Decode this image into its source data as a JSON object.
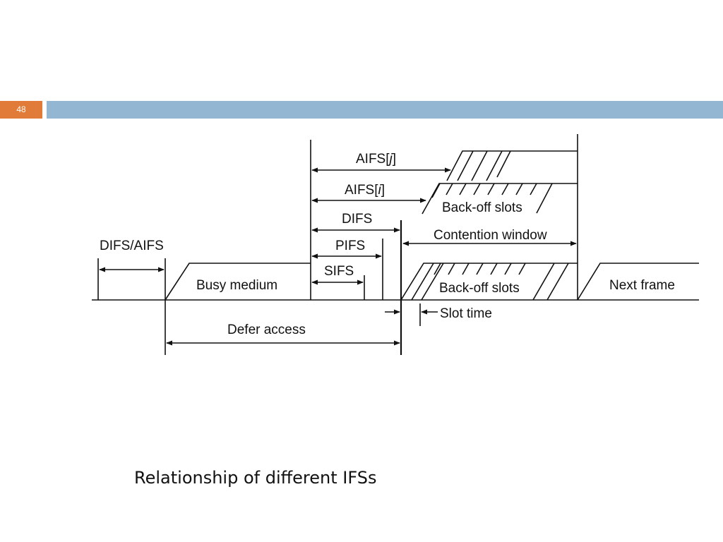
{
  "slide": {
    "number": "48",
    "accent_color": "#e07b39",
    "header_bar_color": "#93b6d3"
  },
  "diagram": {
    "labels": {
      "aifs_j_prefix": "AIFS[",
      "aifs_j_index": "j",
      "aifs_j_suffix": "]",
      "aifs_i_prefix": "AIFS[",
      "aifs_i_index": "i",
      "aifs_i_suffix": "]",
      "difs": "DIFS",
      "pifs": "PIFS",
      "sifs": "SIFS",
      "difs_aifs": "DIFS/AIFS",
      "busy_medium": "Busy medium",
      "contention_window": "Contention window",
      "backoff_slots_upper": "Back-off slots",
      "backoff_slots_lower": "Back-off slots",
      "next_frame": "Next frame",
      "slot_time": "Slot time",
      "defer_access": "Defer access"
    }
  },
  "caption": "Relationship of different IFSs"
}
